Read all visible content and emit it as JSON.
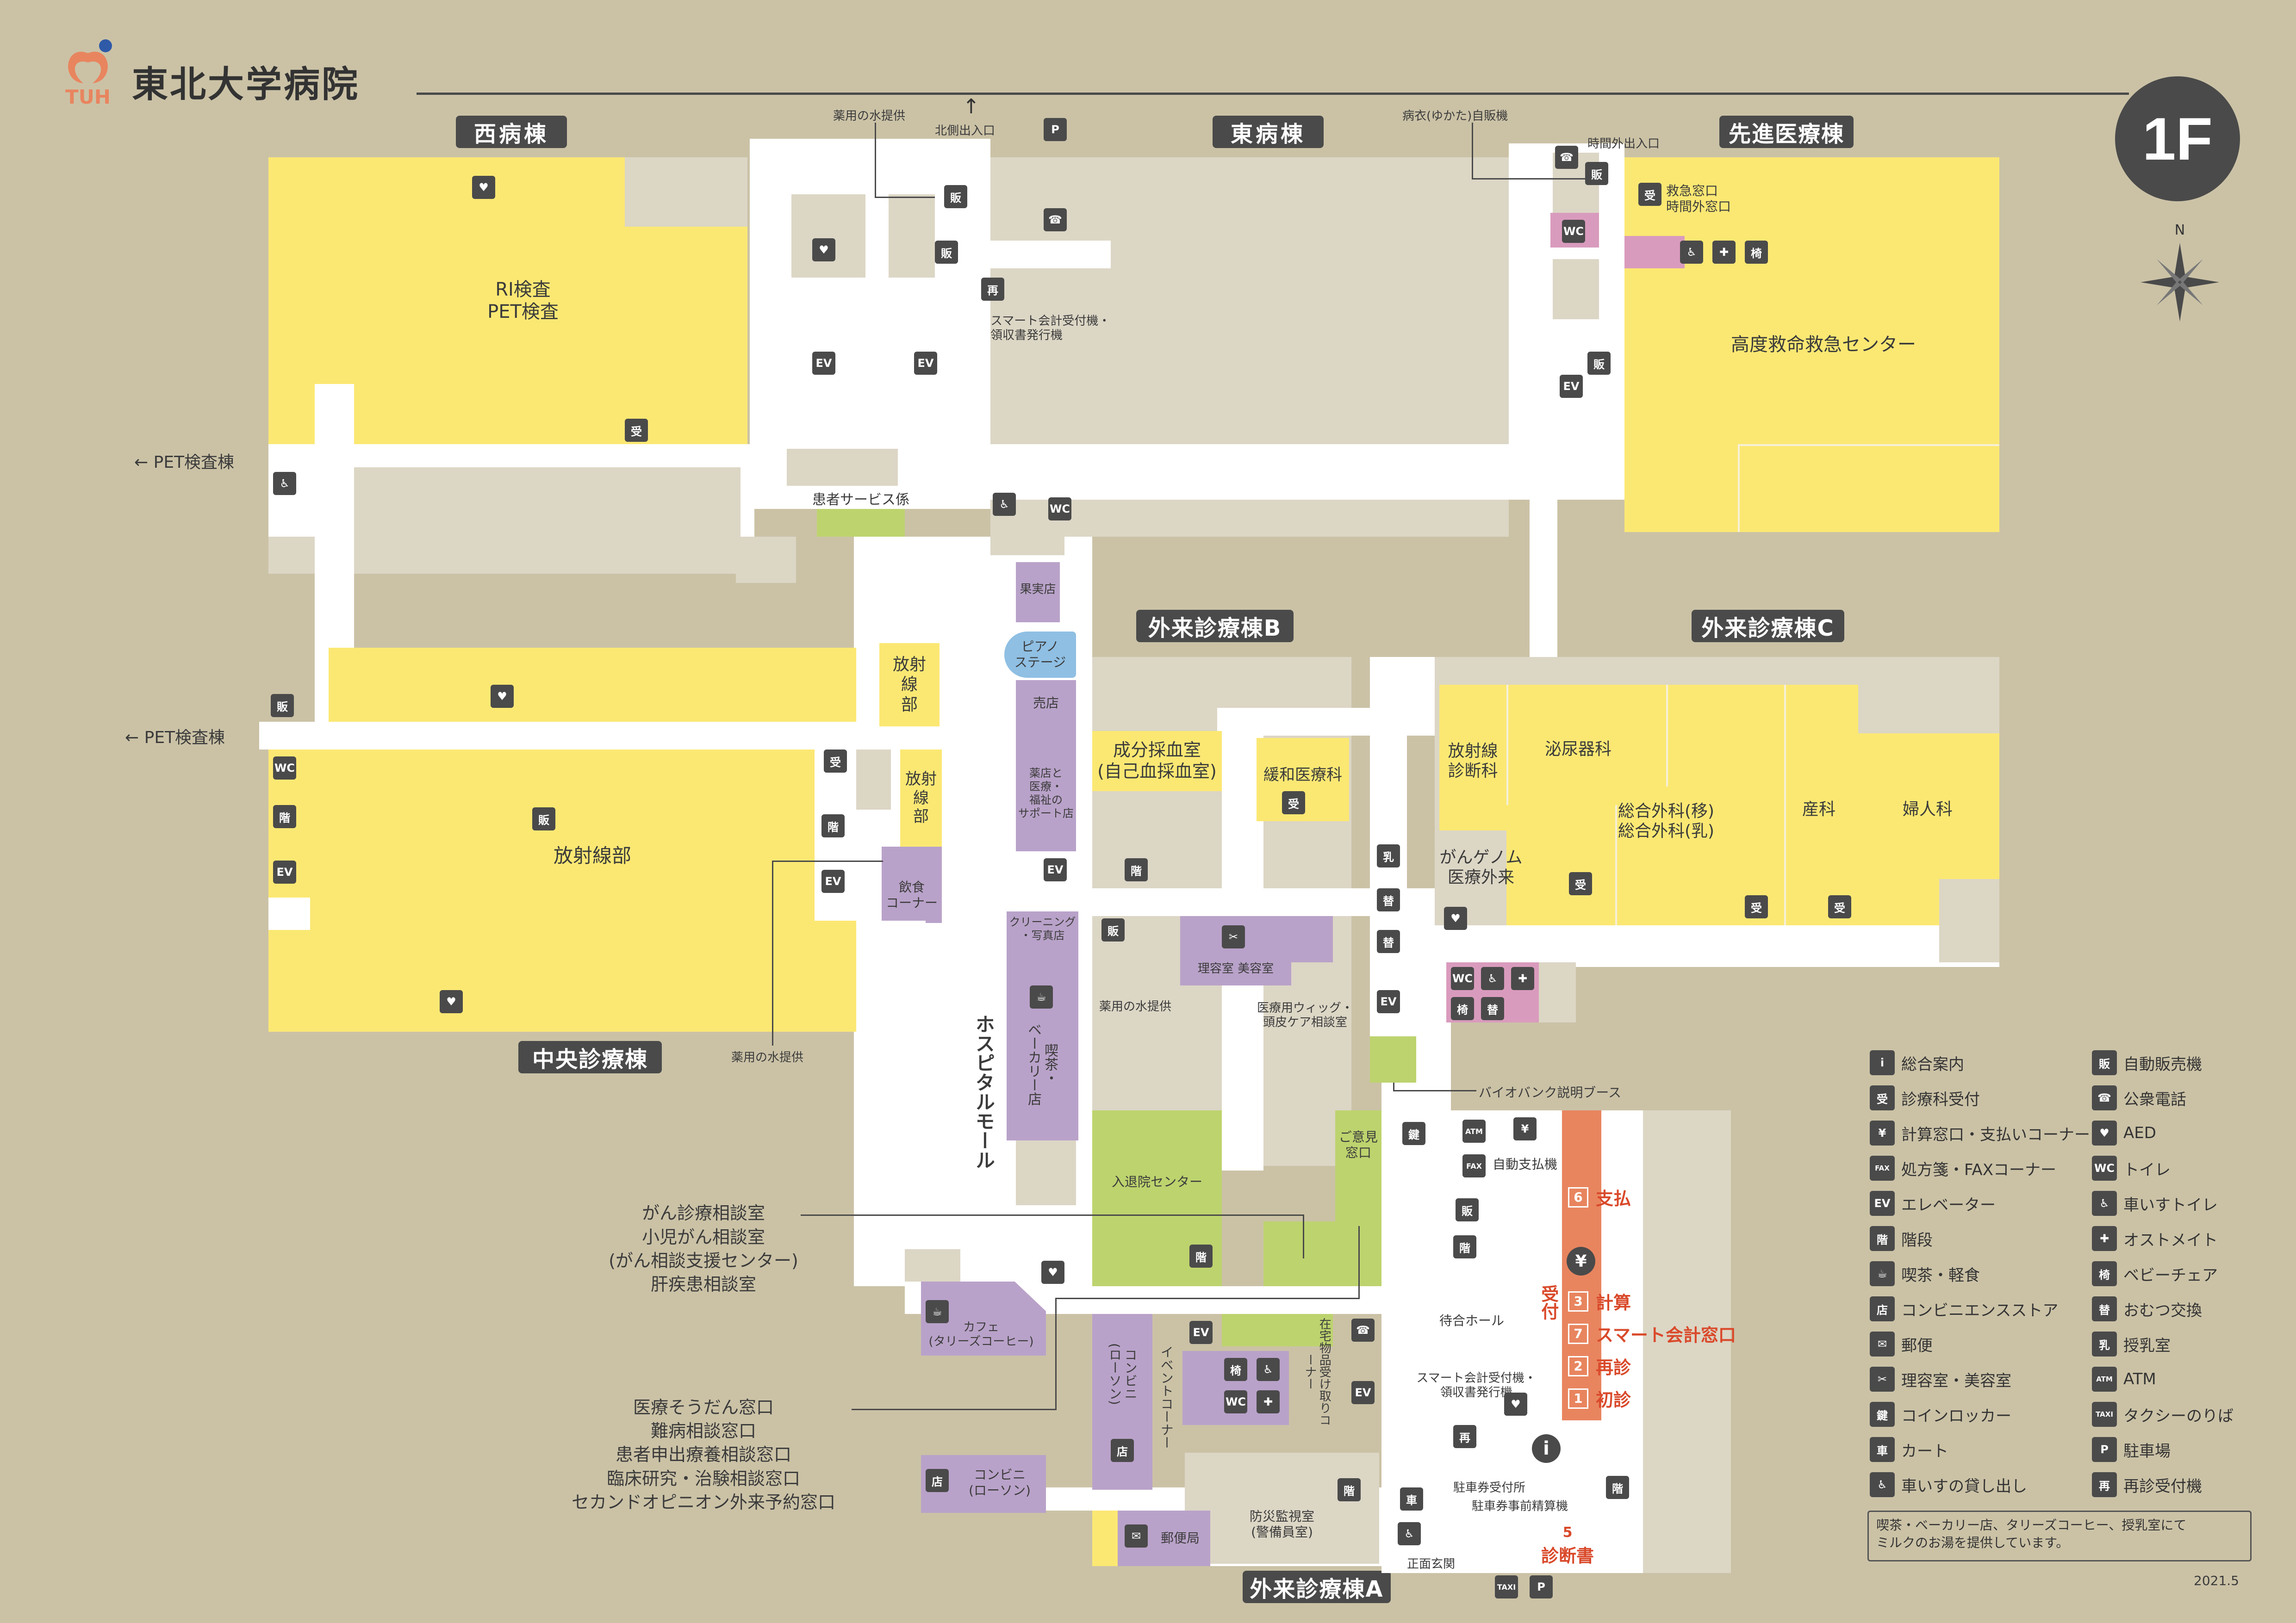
{
  "header": {
    "logo_text": "TUH",
    "hospital_name": "東北大学病院",
    "floor": "1F",
    "north": "N",
    "date": "2021.5"
  },
  "buildings": {
    "west": "西病棟",
    "east": "東病棟",
    "advanced": "先進医療棟",
    "central": "中央診療棟",
    "outpatient_a": "外来診療棟A",
    "outpatient_b": "外来診療棟B",
    "outpatient_c": "外来診療棟C"
  },
  "rooms": {
    "ri_pet": "RI検査\nPET検査",
    "emergency_center": "高度救命救急センター",
    "radiology_central": "放射線部",
    "radiology_1": "放射\n線\n部",
    "radiology_2": "放射\n線\n部",
    "blood": "成分採血室\n(自己血採血室)",
    "palliative": "緩和医療科",
    "radiodiag": "放射線\n診断科",
    "urology": "泌尿器科",
    "surgery": "総合外科(移)\n総合外科(乳)",
    "obstetrics": "産科",
    "gynecology": "婦人科",
    "genome": "がんゲノム\n医療外来",
    "admission": "入退院センター",
    "opinion": "ご意見\n窓口",
    "waiting_hall": "待合ホール",
    "security": "防災監視室\n(警備員室)",
    "post_office": "郵便局",
    "cafe": "カフェ\n(タリーズコーヒー)",
    "lawson_1": "コンビニ\n(ローソン)",
    "lawson_2": "コンビニ\n(ローソン)",
    "fruit": "果実店",
    "piano": "ピアノ\nステージ",
    "kiosk": "売店",
    "support_shop": "薬店と\n医療・\n福祉の\nサポート店",
    "cleaning": "クリーニング\n・写真店",
    "tea_shop": "喫茶・\nベーカリー店",
    "food_corner": "飲食\nコーナー",
    "barber": "理容室 美容室",
    "hospital_mall": "ホスピタルモール",
    "event_corner": "イベントコーナー",
    "home_goods": "在宅物品受け取りコーナー",
    "patient_service": "患者サービス係",
    "emergency_window": "救急窓口\n時間外窓口",
    "reception_v": "受付"
  },
  "annotations": {
    "water_top": "薬用の水提供",
    "north_entrance": "北側出入口",
    "gown_vending": "病衣(ゆかた)自販機",
    "after_hours_entrance": "時間外出入口",
    "smart_pay_top": "スマート会計受付機・\n領収書発行機",
    "pet_left_1": "← PET検査棟",
    "pet_left_2": "← PET検査棟",
    "water_left": "薬用の水提供",
    "water_mid": "薬用の水提供",
    "wig": "医療用ウィッグ・\n頭皮ケア相談室",
    "biobank": "バイオバンク説明ブース",
    "auto_pay": "自動支払機",
    "smart_pay_bottom": "スマート会計受付機・\n領収書発行機",
    "parking_ticket": "駐車券受付所",
    "parking_prepay": "駐車券事前精算機",
    "main_entrance": "正面玄関",
    "cancer_consult": "がん診療相談室\n小児がん相談室\n(がん相談支援センター)\n肝疾患相談室",
    "medical_consult": "医療そうだん窓口\n難病相談窓口\n患者申出療養相談窓口\n臨床研究・治験相談窓口\nセカンドオピニオン外来予約窓口"
  },
  "counters": [
    {
      "num": "6",
      "label": "支払"
    },
    {
      "num": "3",
      "label": "計算"
    },
    {
      "num": "7",
      "label": "スマート会計窓口"
    },
    {
      "num": "2",
      "label": "再診"
    },
    {
      "num": "1",
      "label": "初診"
    },
    {
      "num": "5",
      "label": "診断書"
    }
  ],
  "legend": [
    {
      "icon": "i",
      "label": "総合案内"
    },
    {
      "icon": "受",
      "label": "診療科受付"
    },
    {
      "icon": "¥",
      "label": "計算窓口・支払いコーナー"
    },
    {
      "icon": "FAX",
      "label": "処方箋・FAXコーナー"
    },
    {
      "icon": "EV",
      "label": "エレベーター"
    },
    {
      "icon": "階",
      "label": "階段"
    },
    {
      "icon": "☕",
      "label": "喫茶・軽食"
    },
    {
      "icon": "店",
      "label": "コンビニエンスストア"
    },
    {
      "icon": "✉",
      "label": "郵便"
    },
    {
      "icon": "✂",
      "label": "理容室・美容室"
    },
    {
      "icon": "鍵",
      "label": "コインロッカー"
    },
    {
      "icon": "車",
      "label": "カート"
    },
    {
      "icon": "♿",
      "label": "車いすの貸し出し"
    },
    {
      "icon": "販",
      "label": "自動販売機"
    },
    {
      "icon": "☎",
      "label": "公衆電話"
    },
    {
      "icon": "♥",
      "label": "AED"
    },
    {
      "icon": "WC",
      "label": "トイレ"
    },
    {
      "icon": "♿",
      "label": "車いすトイレ"
    },
    {
      "icon": "✚",
      "label": "オストメイト"
    },
    {
      "icon": "椅",
      "label": "ベビーチェア"
    },
    {
      "icon": "替",
      "label": "おむつ交換"
    },
    {
      "icon": "乳",
      "label": "授乳室"
    },
    {
      "icon": "ATM",
      "label": "ATM"
    },
    {
      "icon": "TAXI",
      "label": "タクシーのりば"
    },
    {
      "icon": "P",
      "label": "駐車場"
    },
    {
      "icon": "再",
      "label": "再診受付機"
    }
  ],
  "legend_note": "喫茶・ベーカリー店、タリーズコーヒー、授乳室にて\nミルクのお湯を提供しています。",
  "colors": {
    "background": "#cbc2a6",
    "building": "#dcd6c5",
    "clinic": "#fbe873",
    "shop": "#b9a2c9",
    "service": "#bdd36e",
    "restroom": "#d99bbd",
    "accent": "#d9492a",
    "counter": "#e8855f"
  }
}
